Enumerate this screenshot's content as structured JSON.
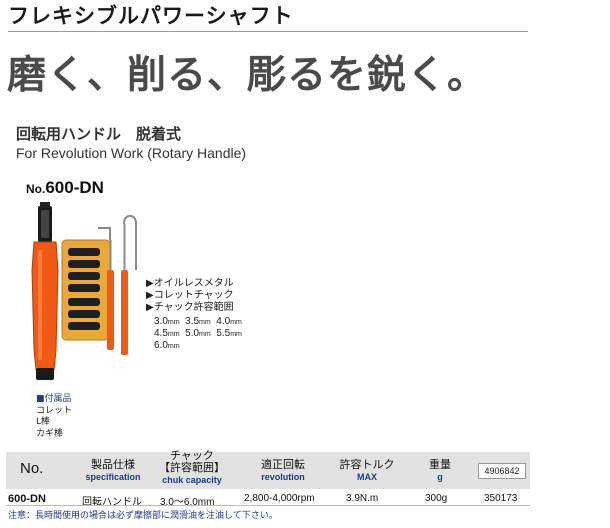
{
  "header": {
    "title": "フレキシブルパワーシャフト"
  },
  "tagline": "磨く、削る、彫るを鋭く。",
  "subtitle_jp": "回転用ハンドル　脱着式",
  "subtitle_en": "For Revolution Work (Rotary Handle)",
  "model": {
    "prefix": "No.",
    "number": "600-DN"
  },
  "features": [
    "▶オイルレスメタル",
    "▶コレットチャック",
    "▶チャック許容範囲"
  ],
  "sizes": [
    [
      "3.0",
      "3.5",
      "4.0"
    ],
    [
      "4.5",
      "5.0",
      "5.5"
    ],
    [
      "6.0"
    ]
  ],
  "size_unit": "mm",
  "accessories": {
    "title": "■付属品",
    "items": [
      "コレット",
      "L棒",
      "カギ棒"
    ]
  },
  "table": {
    "headers": {
      "no": "No.",
      "spec": {
        "jp": "製品仕様",
        "en": "specification"
      },
      "chuck": {
        "jp": "チャック",
        "jp2": "【許容範囲】",
        "en": "chuk capacity"
      },
      "revolution": {
        "jp": "適正回転",
        "en": "revolution"
      },
      "torque": {
        "jp": "許容トルク",
        "en": "MAX"
      },
      "weight": {
        "jp": "重量",
        "en": "g"
      },
      "code": "4906842"
    },
    "row": {
      "no": "600-DN",
      "spec": "回転ハンドル",
      "chuck": "3.0〜6.0mm",
      "revolution": "2,800-4,000rpm",
      "torque": "3.9N.m",
      "weight": "300g",
      "code": "350173"
    }
  },
  "note": "注意：長時間使用の場合は必ず摩擦部に潤滑油を注油して下さい。",
  "colors": {
    "handle": "#f05a14",
    "collet_tray": "#e8a83a",
    "note": "#1e3a8a"
  }
}
